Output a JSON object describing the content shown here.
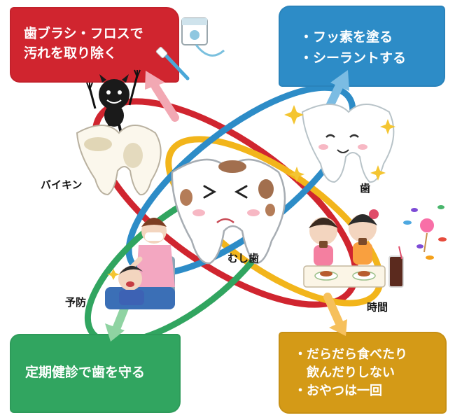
{
  "boxes": {
    "cause_germs": {
      "lines": [
        "歯ブラシ・フロスで",
        "汚れを取り除く"
      ],
      "color": "#d0252f"
    },
    "cause_teeth": {
      "lines": [
        "・フッ素を塗る",
        "・シーラントする"
      ],
      "color": "#2d8cc7"
    },
    "prevention": {
      "lines": [
        "定期健診で歯を守る"
      ],
      "color": "#31a560"
    },
    "time": {
      "lines": [
        "・だらだら食べたり",
        "　飲んだりしない",
        "・おやつは一回"
      ],
      "color": "#d49a17"
    }
  },
  "labels": {
    "germs": "バイキン",
    "tooth": "歯",
    "cavity": "むし歯",
    "prevention": "予防",
    "time": "時間"
  },
  "ring_colors": {
    "red": "#d0252f",
    "blue": "#2d8cc7",
    "green": "#31a560",
    "gold": "#f2b51b"
  },
  "illustrations": [
    "germ-devil-icon",
    "dirty-tooth-icon",
    "happy-tooth-icon",
    "cavity-tooth-icon",
    "dentist-checkup-icon",
    "kids-snacking-icon",
    "toothbrush-floss-icon",
    "candy-icon"
  ]
}
